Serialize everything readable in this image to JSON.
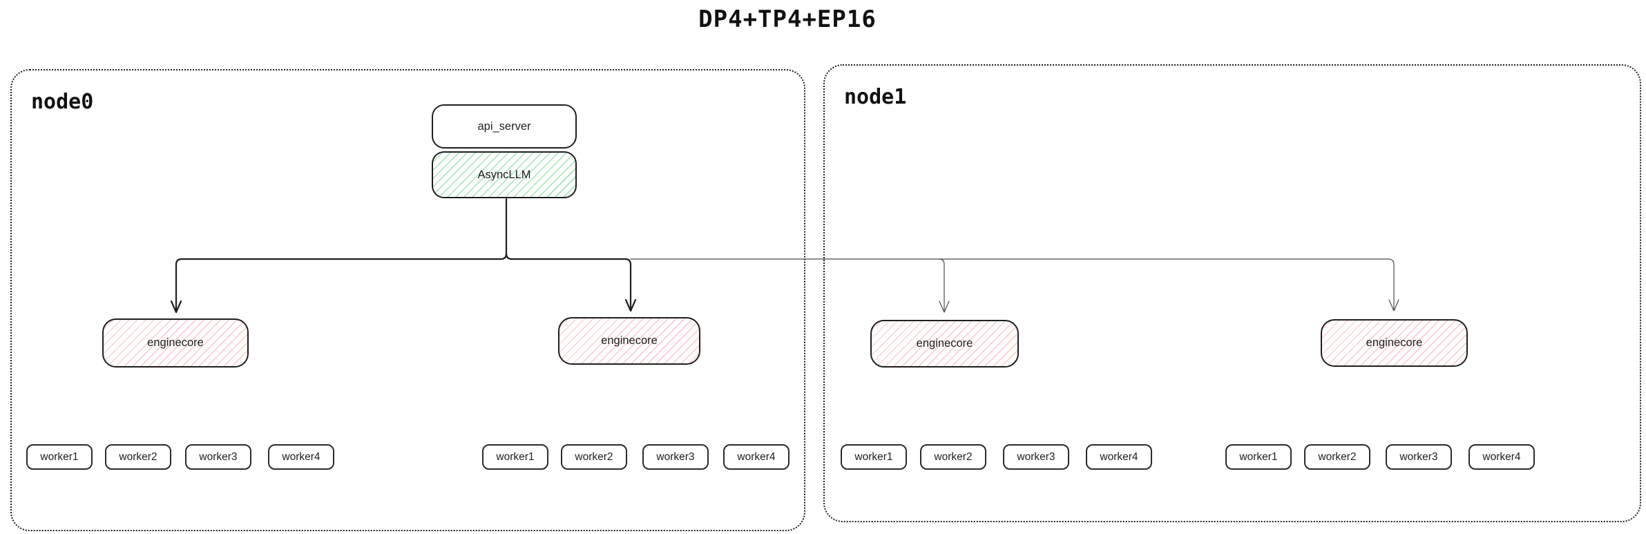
{
  "title": "DP4+TP4+EP16",
  "colors": {
    "border": "#1e1e1e",
    "green_hatch": "#69db7c",
    "red_hatch": "#ff8787",
    "thick_line": "#1e1e1e",
    "thin_line": "#4a4a4a"
  },
  "nodes": [
    {
      "label": "node0",
      "api_server": "api_server",
      "async_llm": "AsyncLLM",
      "enginecores": [
        {
          "label": "enginecore",
          "workers": [
            "worker1",
            "worker2",
            "worker3",
            "worker4"
          ]
        },
        {
          "label": "enginecore",
          "workers": [
            "worker1",
            "worker2",
            "worker3",
            "worker4"
          ]
        }
      ]
    },
    {
      "label": "node1",
      "enginecores": [
        {
          "label": "enginecore",
          "workers": [
            "worker1",
            "worker2",
            "worker3",
            "worker4"
          ]
        },
        {
          "label": "enginecore",
          "workers": [
            "worker1",
            "worker2",
            "worker3",
            "worker4"
          ]
        }
      ]
    }
  ]
}
